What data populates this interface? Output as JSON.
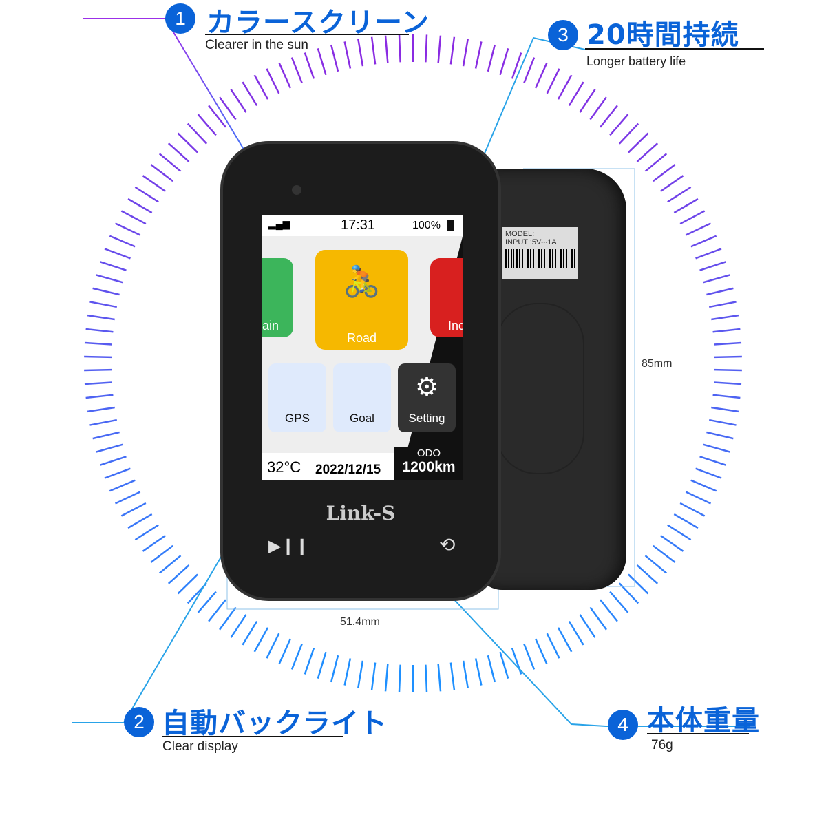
{
  "callouts": [
    {
      "number": "1",
      "title": "カラースクリーン",
      "subtitle": "Clearer in the sun"
    },
    {
      "number": "2",
      "title": "自動バックライト",
      "subtitle": "Clear display"
    },
    {
      "number": "3",
      "title": "20時間持続",
      "subtitle": "Longer battery life"
    },
    {
      "number": "4",
      "title": "本体重量",
      "subtitle": "76g"
    }
  ],
  "dimensions": {
    "height": "85mm",
    "width": "51.4mm"
  },
  "device": {
    "brand": "Link-S",
    "status": {
      "time": "17:31",
      "battery": "100%"
    },
    "tiles": {
      "train": "ain",
      "road": "Road",
      "indoor": "Ind"
    },
    "apps": {
      "gps": "GPS",
      "goal": "Goal",
      "setting": "Setting"
    },
    "footer": {
      "temp": "32°C",
      "date": "2022/12/15",
      "odo_label": "ODO",
      "odo_value": "1200km"
    },
    "back_label": {
      "model": "MODEL:",
      "input": "INPUT :5V⎓1A"
    }
  },
  "colors": {
    "accent": "#0a63d8",
    "ring_top": "#8a2be2",
    "ring_bottom": "#1e90ff"
  }
}
